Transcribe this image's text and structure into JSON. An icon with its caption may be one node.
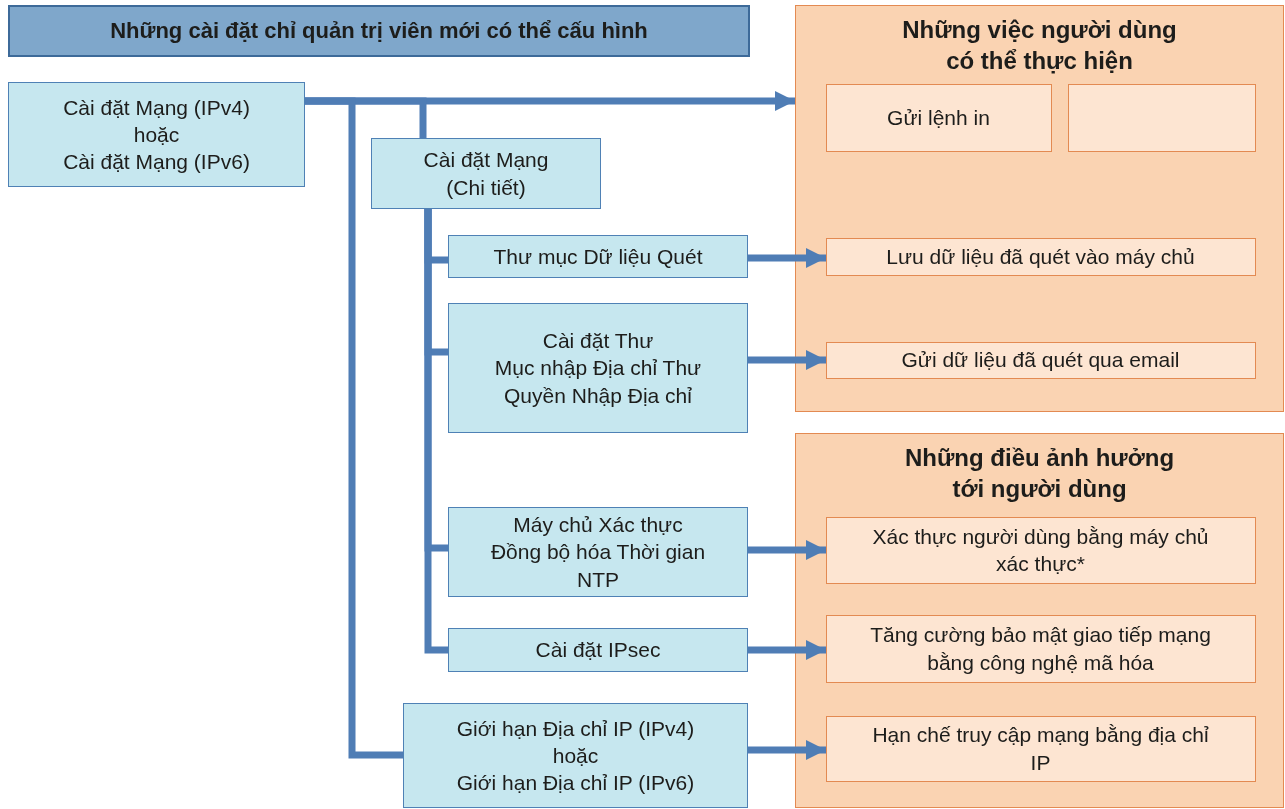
{
  "diagram": {
    "nodes": [
      {
        "text": [
          "Những cài đặt chỉ quản trị viên mới có thể cấu hình"
        ]
      },
      {
        "text": [
          "Cài đặt Mạng (IPv4)",
          "hoặc",
          "Cài đặt Mạng (IPv6)"
        ]
      },
      {
        "text": [
          "Cài đặt Mạng (Chi tiết)"
        ]
      },
      {
        "text": [
          "Thư mục Dữ liệu Quét"
        ]
      },
      {
        "text": [
          "Cài đặt Thư",
          "Mục nhập Địa chỉ Thư",
          "Quyền Nhập Địa chỉ"
        ]
      },
      {
        "text": [
          "Máy chủ Xác thực",
          "Đồng bộ hóa Thời gian NTP"
        ]
      },
      {
        "text": [
          "Cài đặt IPsec"
        ]
      },
      {
        "text": [
          "Giới hạn Địa chỉ IP (IPv4)",
          "hoặc",
          "Giới hạn Địa chỉ IP (IPv6)"
        ]
      },
      {
        "text": [
          "Những việc người dùng có thể thực hiện"
        ]
      },
      {
        "text": [
          "Gửi lệnh in"
        ],
        "in": 8
      },
      {
        "text": [],
        "shape": "box",
        "in": 8
      },
      {
        "text": [
          "Lưu dữ liệu đã quét vào máy chủ"
        ],
        "in": 8
      },
      {
        "text": [
          "Gửi dữ liệu đã quét qua email"
        ],
        "in": 8
      },
      {
        "text": [
          "Những điều ảnh hưởng tới người dùng"
        ]
      },
      {
        "text": [
          "Xác thực người dùng bằng máy chủ xác thực*"
        ],
        "in": 13
      },
      {
        "text": [
          "Tăng cường bảo mật giao tiếp mạng bằng công nghệ mã hóa"
        ],
        "in": 13
      },
      {
        "text": [
          "Hạn chế truy cập mạng bằng địa chỉ IP"
        ],
        "in": 13
      }
    ],
    "edges": [
      {
        "from": 1,
        "to": 8,
        "arrow": "to"
      },
      {
        "from": 1,
        "to": 2,
        "arrow": "none"
      },
      {
        "from": 2,
        "to": 3,
        "arrow": "none"
      },
      {
        "from": 2,
        "to": 4,
        "arrow": "none"
      },
      {
        "from": 2,
        "to": 5,
        "arrow": "none"
      },
      {
        "from": 2,
        "to": 6,
        "arrow": "none"
      },
      {
        "from": 1,
        "to": 7,
        "arrow": "none"
      },
      {
        "from": 3,
        "to": 11,
        "arrow": "to"
      },
      {
        "from": 4,
        "to": 12,
        "arrow": "to"
      },
      {
        "from": 5,
        "to": 14,
        "arrow": "to"
      },
      {
        "from": 6,
        "to": 15,
        "arrow": "to"
      },
      {
        "from": 7,
        "to": 16,
        "arrow": "to"
      }
    ]
  }
}
